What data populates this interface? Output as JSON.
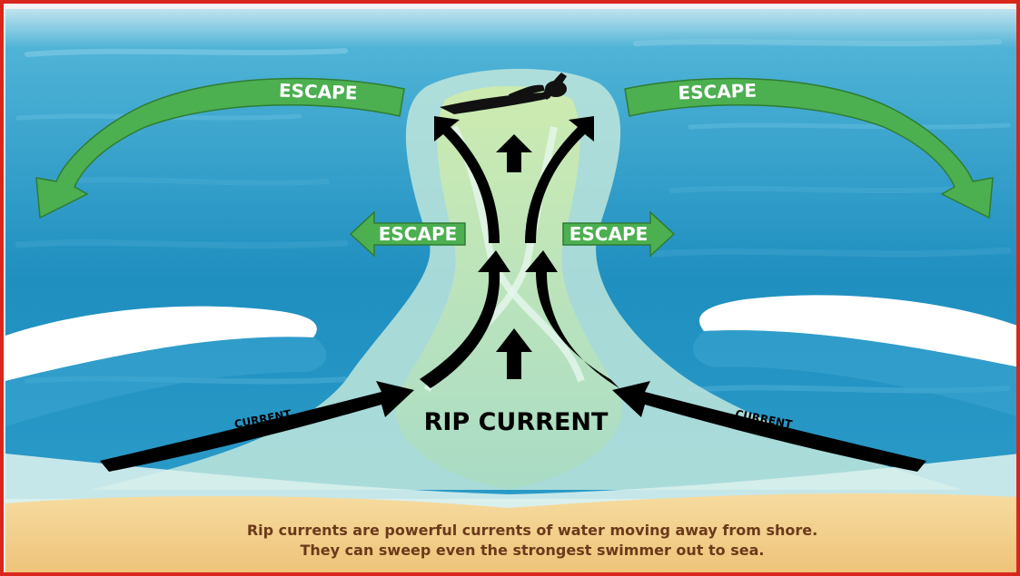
{
  "labels": {
    "escape_top_left": "ESCAPE",
    "escape_top_right": "ESCAPE",
    "escape_mid_left": "ESCAPE",
    "escape_mid_right": "ESCAPE",
    "current_left": "CURRENT",
    "current_right": "CURRENT",
    "rip_current": "RIP CURRENT"
  },
  "caption": {
    "line1": "Rip currents are powerful currents of water moving away from shore.",
    "line2": "They can sweep even the strongest swimmer out to sea."
  },
  "colors": {
    "border": "#d9261c",
    "sea_deep": "#1e8fc0",
    "sea_light": "#6cc4df",
    "foam": "#cfeee6",
    "rip_green": "#b9e0a0",
    "escape_green": "#4caf50",
    "sand": "#f1cf8a",
    "caption_text": "#6b3a1a"
  },
  "icons": {
    "swimmer": "swimmer-silhouette-icon"
  }
}
